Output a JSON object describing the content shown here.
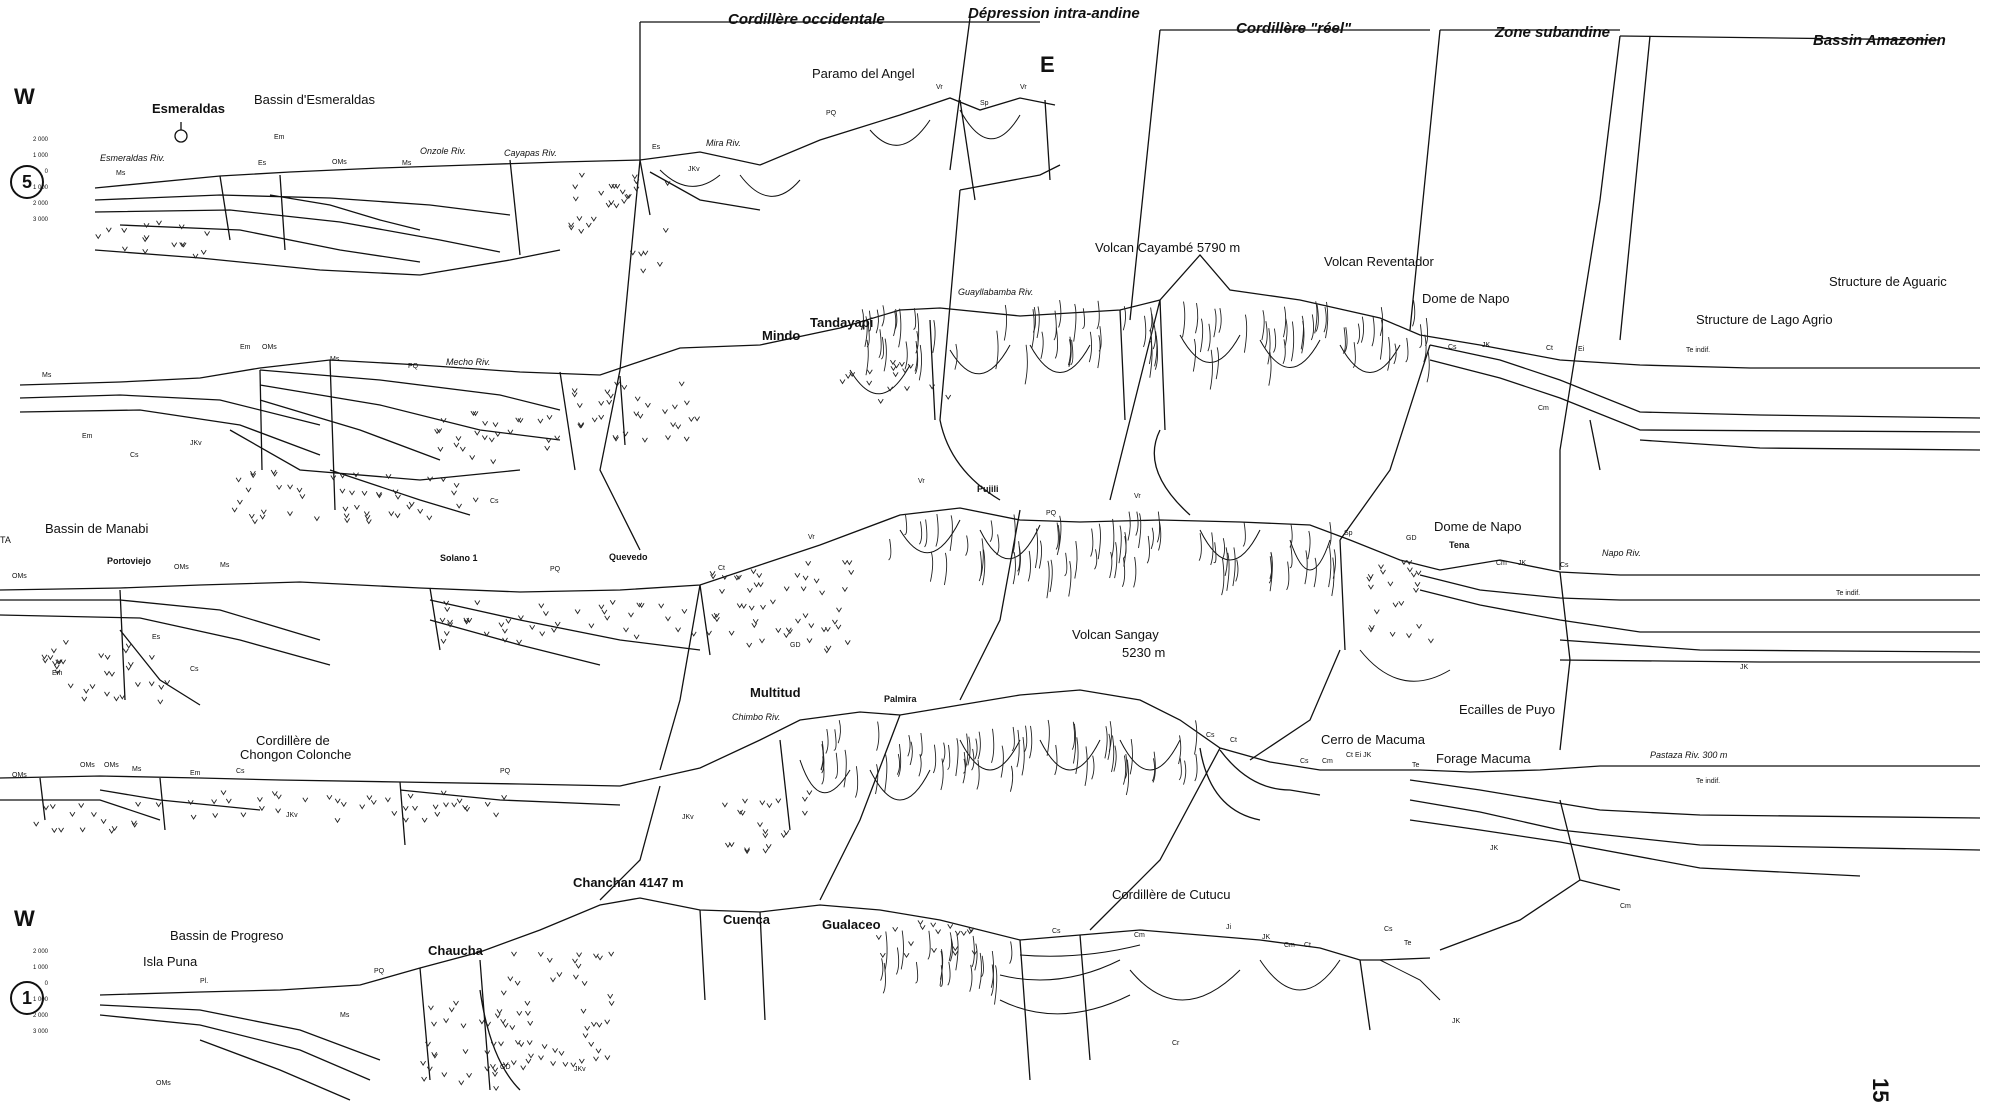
{
  "header": {
    "regions": [
      {
        "label": "Cordillère occidentale"
      },
      {
        "label": "Dépression intra-andine"
      },
      {
        "label": "Cordillère \"réel\""
      },
      {
        "label": "Zone subandine"
      },
      {
        "label": "Bassin Amazonien"
      }
    ]
  },
  "orientation": {
    "west_top": "W",
    "east_top": "E",
    "west_bottom": "W"
  },
  "profiles": [
    {
      "number": "5"
    },
    {
      "number": "1"
    }
  ],
  "depth_ticks": [
    "2 000",
    "1 000",
    "0",
    "1 000",
    "2 000",
    "3 000"
  ],
  "labels": {
    "p5": {
      "esmeraldas": "Esmeraldas",
      "bassin": "Bassin d'Esmeraldas",
      "paramo": "Paramo del Angel",
      "esmeraldas_riv": "Esmeraldas Riv.",
      "onzole_riv": "Onzole Riv.",
      "cayapas_riv": "Cayapas Riv.",
      "mira_riv": "Mira Riv."
    },
    "p4": {
      "cayambe": "Volcan Cayambé 5790 m",
      "reventador": "Volcan Reventador",
      "dome_napo": "Dome de Napo",
      "aguarico": "Structure de Aguaric",
      "lago_agrio": "Structure de Lago Agrio",
      "mindo": "Mindo",
      "tandayapi": "Tandayapi",
      "guayllabamba": "Guayllabamba Riv.",
      "mecho_riv": "Mecho Riv."
    },
    "p3": {
      "bassin_manabi": "Bassin de Manabi",
      "ta": "TA",
      "portoviejo": "Portoviejo",
      "solano": "Solano 1",
      "quevedo": "Quevedo",
      "pujili": "Pujili",
      "dome_napo": "Dome de Napo",
      "tena": "Tena",
      "napo_riv": "Napo Riv."
    },
    "p2": {
      "sangay": "Volcan Sangay",
      "sangay_alt": "5230 m",
      "multitud": "Multitud",
      "chimbo_riv": "Chimbo Riv.",
      "palmira": "Palmira",
      "ecailles": "Ecailles de Puyo",
      "cordillere_de": "Cordillère de",
      "chongon": "Chongon Colonche",
      "cerro": "Cerro de Macuma",
      "forage": "Forage Macuma",
      "pastaza": "Pastaza Riv.  300 m"
    },
    "p1": {
      "chanchan": "Chanchan 4147 m",
      "cuenca": "Cuenca",
      "gualaceo": "Gualaceo",
      "cutucu": "Cordillère de Cutucu",
      "bassin_progreso": "Bassin de Progreso",
      "isla_puna": "Isla Puna",
      "chaucha": "Chaucha"
    }
  },
  "formations": {
    "ms": "Ms",
    "em": "Em",
    "es": "Es",
    "oms": "OMs",
    "pq": "PQ",
    "jkv": "JKv",
    "jk": "JK",
    "cs": "Cs",
    "ct": "Ct",
    "cm": "Cm",
    "vr": "Vr",
    "ei": "Ei",
    "te": "Te",
    "te_indif": "Te indif.",
    "sp": "Sp",
    "gd": "GD",
    "pl": "Pl.",
    "cr": "Cr",
    "ji": "Ji",
    "tenjk": "Ct  Ei  JK"
  },
  "page_number": "15"
}
